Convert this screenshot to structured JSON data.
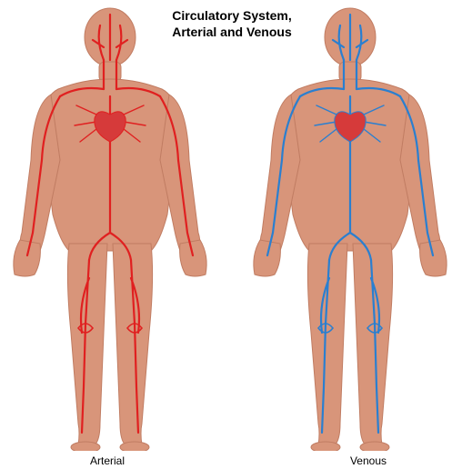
{
  "title": {
    "line1": "Circulatory System,",
    "line2": "Arterial and Venous"
  },
  "figures": [
    {
      "caption": "Arterial",
      "vessel_color": "#e02020",
      "heart_color": "#d63a3a"
    },
    {
      "caption": "Venous",
      "vessel_color": "#2a7fd0",
      "heart_color": "#d63a3a"
    }
  ],
  "colors": {
    "skin": "#d8957a",
    "skin_shade": "#c07c62",
    "background": "#ffffff"
  }
}
